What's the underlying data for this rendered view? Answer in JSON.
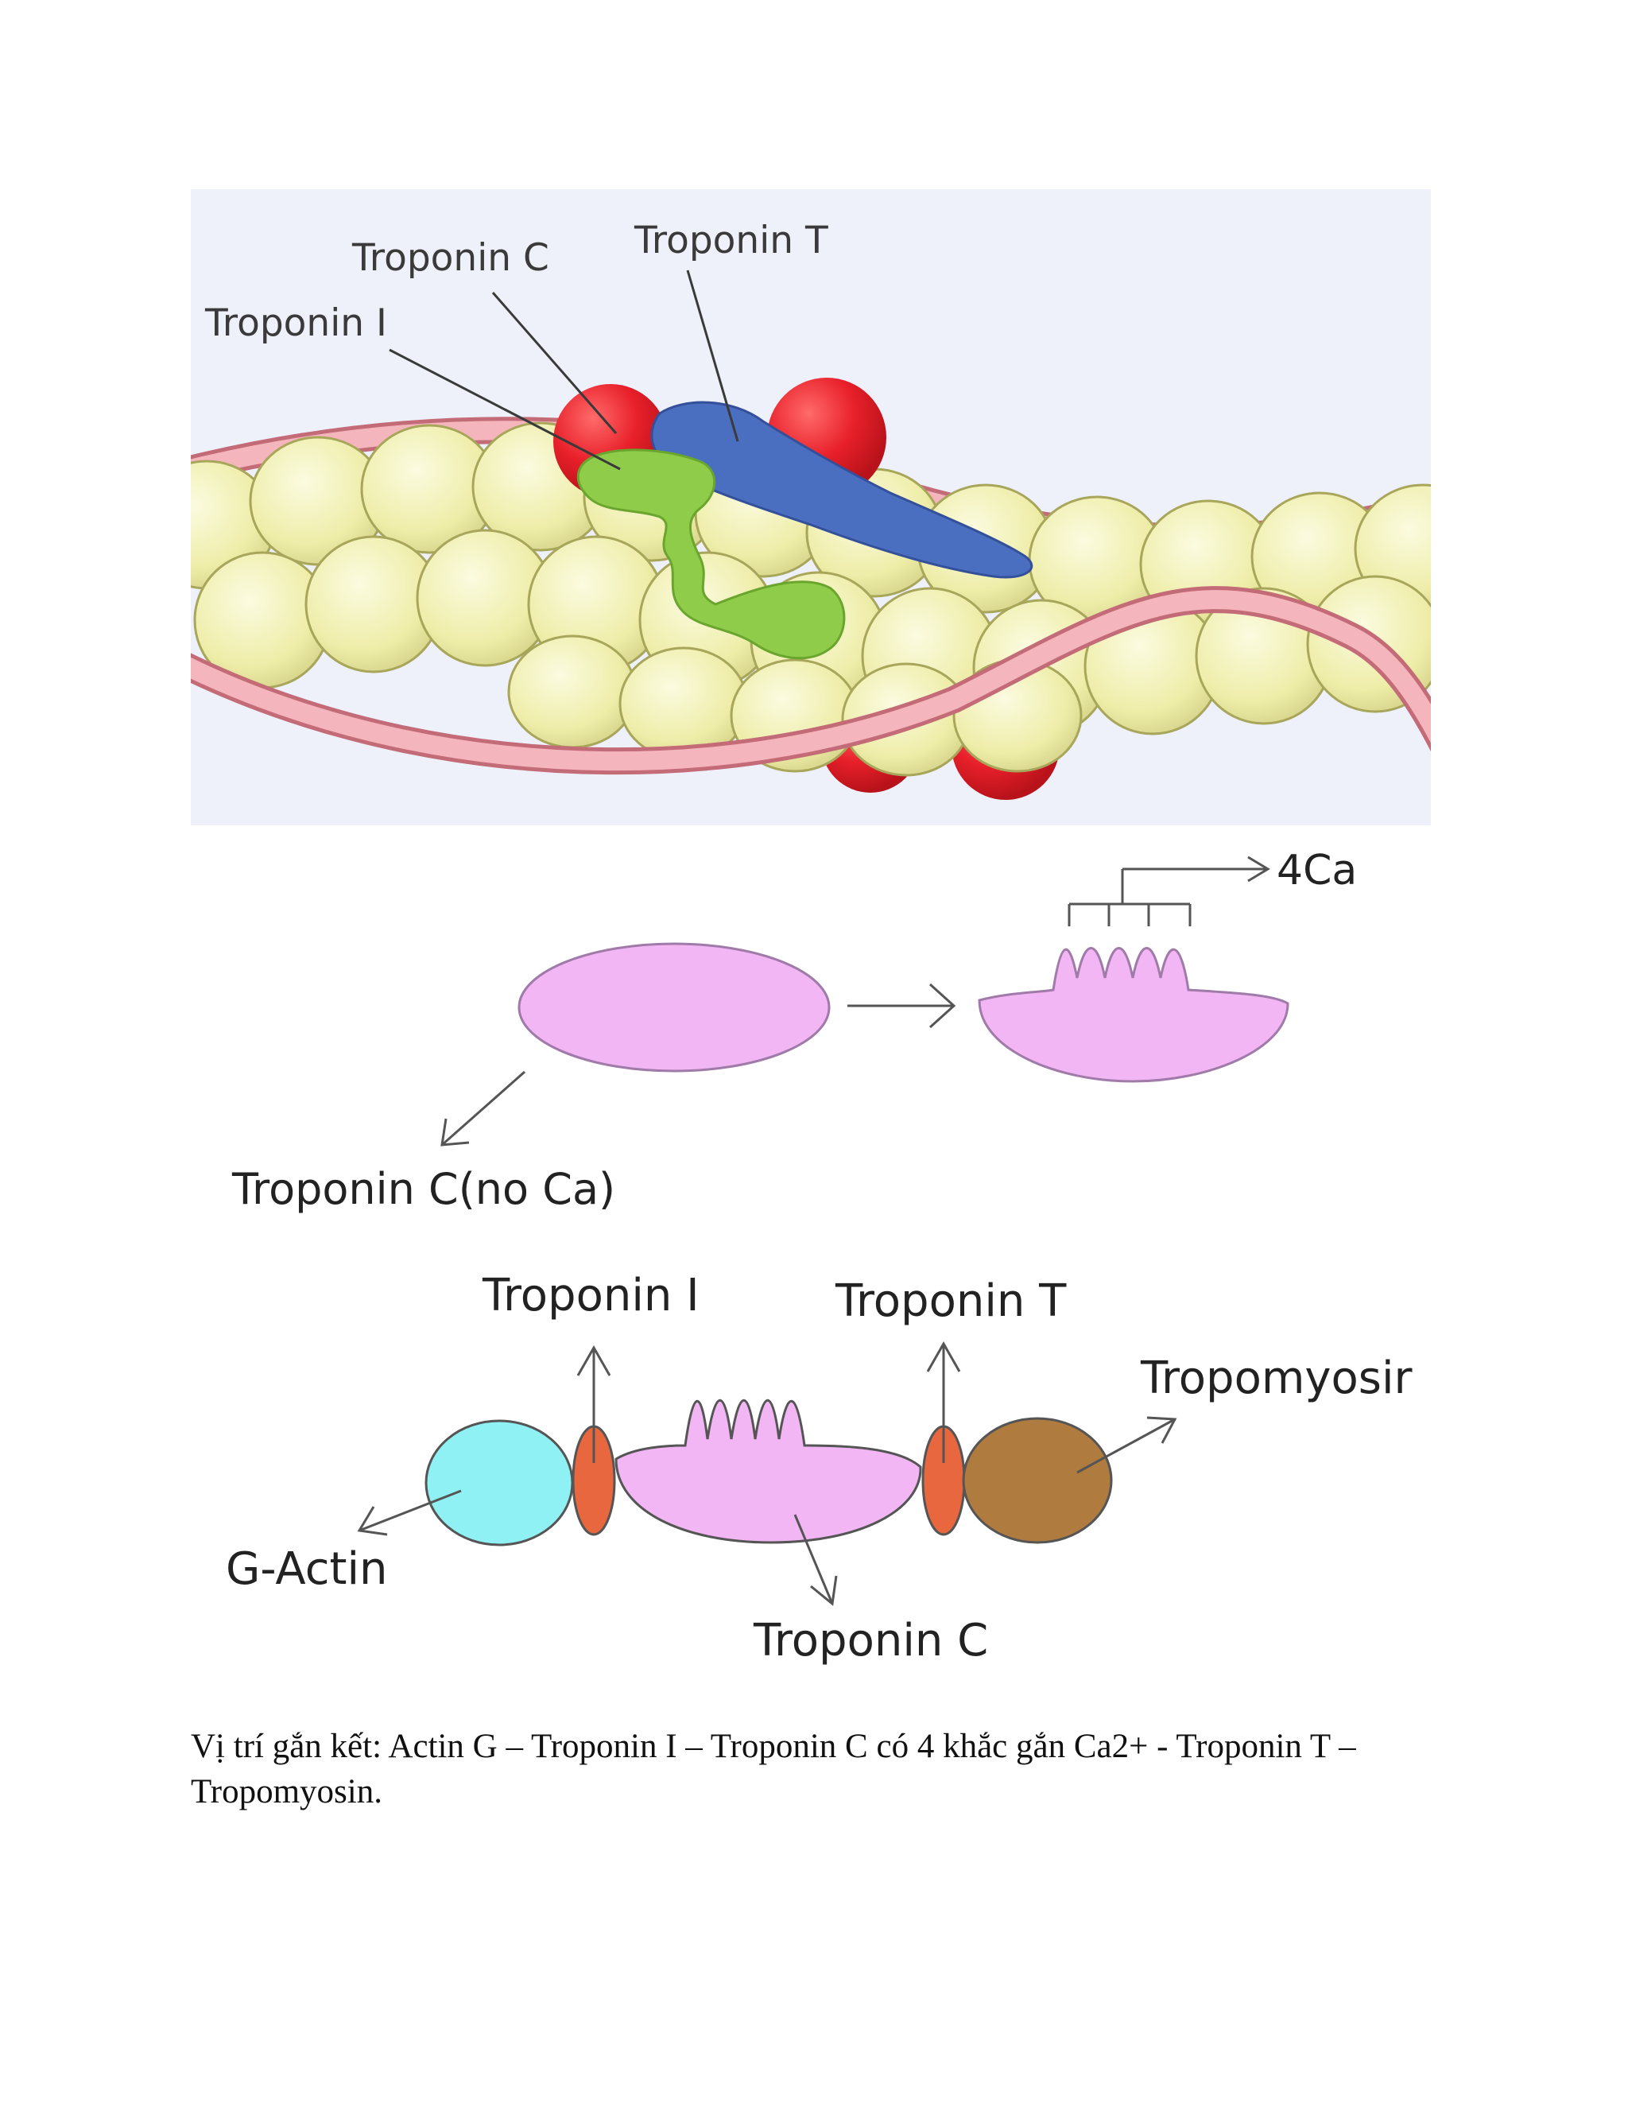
{
  "top_illustration": {
    "labels": {
      "troponin_c": "Troponin C",
      "troponin_t": "Troponin T",
      "troponin_i": "Troponin I"
    }
  },
  "middle_diagram": {
    "ca_label": "4Ca",
    "no_ca_label": "Troponin C(no Ca)"
  },
  "bottom_diagram": {
    "troponin_i": "Troponin I",
    "troponin_t": "Troponin T",
    "tropomyosin": "Tropomyosir",
    "g_actin": "G-Actin",
    "troponin_c": "Troponin C"
  },
  "caption": "Vị trí gắn kết: Actin G – Troponin I – Troponin C có 4 khắc gắn Ca2+ - Troponin T – Tropomyosin.",
  "colors": {
    "panel_bg": "#eef0fa",
    "actin": "#f1f0b0",
    "tropomyosin_strand": "#f4b5bd",
    "calcium_red": "#e8202a",
    "troponin_t_blue": "#4a6fc0",
    "troponin_i_green": "#8fcc4a",
    "troponin_c_pink": "#f3b6f5",
    "g_actin_cyan": "#8ff1f3",
    "troponin_orange": "#e9673f",
    "tropomyosin_brown": "#b07b3f"
  }
}
